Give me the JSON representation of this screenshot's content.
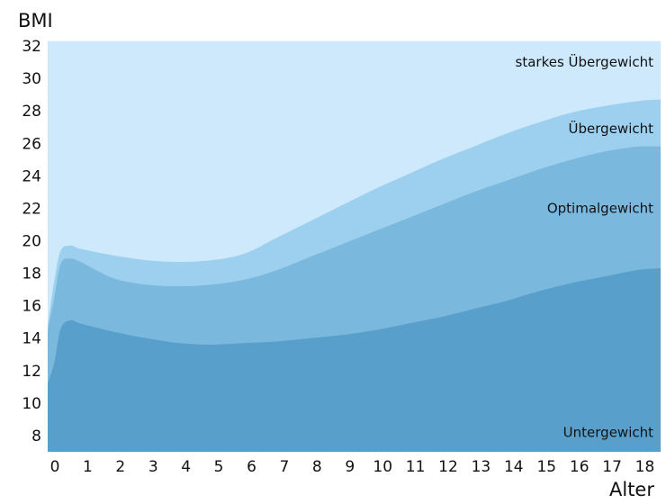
{
  "chart_data": {
    "type": "area",
    "title": "",
    "xlabel": "Alter",
    "ylabel": "BMI",
    "xlim": [
      0,
      18.7
    ],
    "ylim": [
      7,
      32.5
    ],
    "x_ticks": [
      0,
      1,
      2,
      3,
      4,
      5,
      6,
      7,
      8,
      9,
      10,
      11,
      12,
      13,
      14,
      15,
      16,
      17,
      18
    ],
    "y_ticks": [
      8,
      10,
      12,
      14,
      16,
      18,
      20,
      22,
      24,
      26,
      28,
      30,
      32
    ],
    "grid": false,
    "legend": "none",
    "baseline": 7,
    "x": [
      0,
      0.2,
      0.4,
      0.7,
      1,
      2,
      3,
      4,
      5,
      6,
      7,
      8,
      9,
      10,
      11,
      12,
      13,
      14,
      15,
      16,
      17,
      18,
      18.7
    ],
    "series": [
      {
        "name": "starkes Übergewicht",
        "color": "#cde9fb",
        "values": [
          32.3,
          32.3,
          32.3,
          32.3,
          32.3,
          32.3,
          32.3,
          32.3,
          32.3,
          32.3,
          32.3,
          32.3,
          32.3,
          32.3,
          32.3,
          32.3,
          32.3,
          32.3,
          32.3,
          32.3,
          32.3,
          32.3,
          32.3
        ]
      },
      {
        "name": "Übergewicht",
        "color": "#9dd0ee",
        "values": [
          14.8,
          17.5,
          19.4,
          19.7,
          19.5,
          19.1,
          18.8,
          18.7,
          18.8,
          19.2,
          20.2,
          21.2,
          22.2,
          23.2,
          24.1,
          25.0,
          25.8,
          26.6,
          27.3,
          27.9,
          28.3,
          28.6,
          28.7
        ]
      },
      {
        "name": "Optimalgewicht",
        "color": "#7ab9dd",
        "values": [
          14.5,
          16.5,
          18.6,
          18.9,
          18.7,
          17.7,
          17.3,
          17.2,
          17.3,
          17.6,
          18.2,
          19.0,
          19.8,
          20.6,
          21.4,
          22.2,
          23.0,
          23.7,
          24.4,
          25.0,
          25.5,
          25.8,
          25.8
        ]
      },
      {
        "name": "Untergewicht",
        "color": "#58a0cb",
        "values": [
          11.2,
          12.5,
          14.6,
          15.1,
          14.9,
          14.4,
          14.0,
          13.7,
          13.6,
          13.7,
          13.8,
          14.0,
          14.2,
          14.5,
          14.9,
          15.3,
          15.8,
          16.3,
          16.9,
          17.4,
          17.8,
          18.2,
          18.3
        ]
      }
    ],
    "label_values": [
      31.0,
      26.9,
      22.0,
      8.2
    ]
  }
}
